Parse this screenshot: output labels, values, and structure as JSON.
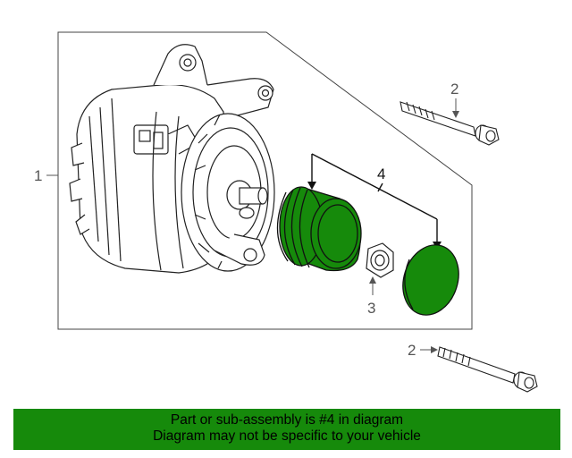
{
  "callouts": {
    "alternator": "1",
    "bolt_upper": "2",
    "bolt_lower": "2",
    "nut": "3",
    "pulley_assembly": "4"
  },
  "colors": {
    "highlight": "#168a0b",
    "banner_bg": "#168a0b",
    "line": "#333333"
  },
  "banner": {
    "line1": "Part or sub-assembly is #4 in diagram",
    "line2": "Diagram may not be specific to your vehicle"
  }
}
